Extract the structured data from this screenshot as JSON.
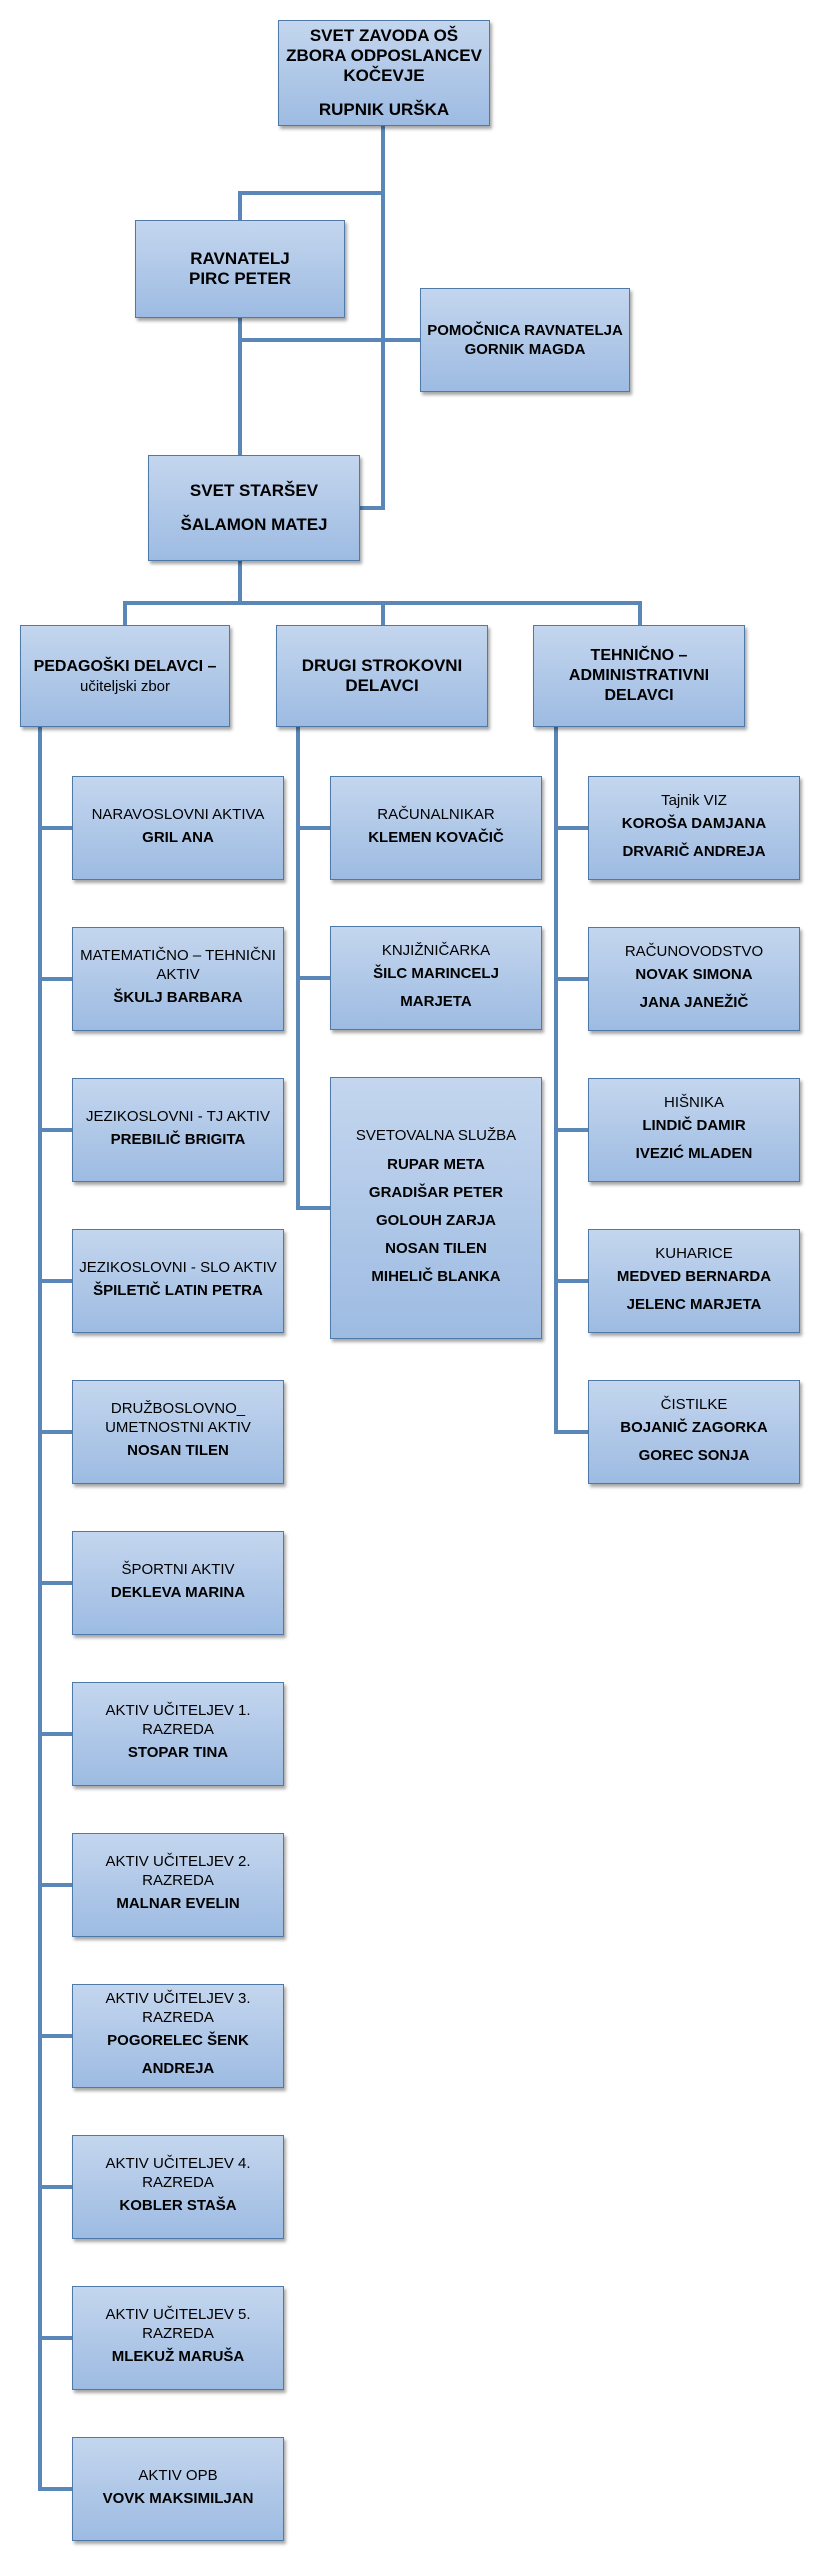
{
  "council": {
    "title": "SVET ZAVODA OŠ ZBORA ODPOSLANCEV KOČEVJE",
    "name": "RUPNIK URŠKA"
  },
  "director": {
    "title": "RAVNATELJ",
    "name": "PIRC PETER"
  },
  "assistant": {
    "title": "POMOČNICA RAVNATELJA",
    "name": "GORNIK MAGDA"
  },
  "parents": {
    "title": "SVET STARŠEV",
    "name": "ŠALAMON MATEJ"
  },
  "columns": [
    {
      "title": "PEDAGOŠKI DELAVCI –",
      "subtitle": "učiteljski zbor"
    },
    {
      "title": "DRUGI STROKOVNI DELAVCI"
    },
    {
      "title": "TEHNIČNO – ADMINISTRATIVNI DELAVCI"
    }
  ],
  "pedagogical": [
    {
      "label": "NARAVOSLOVNI AKTIVA",
      "names": [
        "GRIL ANA"
      ]
    },
    {
      "label": "MATEMATIČNO – TEHNIČNI AKTIV",
      "names": [
        "ŠKULJ BARBARA"
      ]
    },
    {
      "label": "JEZIKOSLOVNI - TJ AKTIV",
      "names": [
        "PREBILIČ BRIGITA"
      ]
    },
    {
      "label": "JEZIKOSLOVNI - SLO AKTIV",
      "names": [
        "ŠPILETIČ LATIN PETRA"
      ]
    },
    {
      "label": "DRUŽBOSLOVNO_ UMETNOSTNI AKTIV",
      "names": [
        "NOSAN TILEN"
      ]
    },
    {
      "label": "ŠPORTNI AKTIV",
      "names": [
        "DEKLEVA MARINA"
      ]
    },
    {
      "label": "AKTIV UČITELJEV 1. RAZREDA",
      "names": [
        "STOPAR TINA"
      ]
    },
    {
      "label": "AKTIV UČITELJEV 2. RAZREDA",
      "names": [
        "MALNAR EVELIN"
      ]
    },
    {
      "label": "AKTIV UČITELJEV 3. RAZREDA",
      "names": [
        "POGORELEC ŠENK ANDREJA"
      ]
    },
    {
      "label": "AKTIV UČITELJEV 4. RAZREDA",
      "names": [
        "KOBLER STAŠA"
      ]
    },
    {
      "label": "AKTIV UČITELJEV 5. RAZREDA",
      "names": [
        "MLEKUŽ MARUŠA"
      ]
    },
    {
      "label": "AKTIV OPB",
      "names": [
        "VOVK MAKSIMILJAN"
      ]
    }
  ],
  "other_staff": [
    {
      "label": "RAČUNALNIKAR",
      "names": [
        "KLEMEN KOVAČIČ"
      ]
    },
    {
      "label": "KNJIŽNIČARKA",
      "names": [
        "ŠILC MARINCELJ MARJETA"
      ]
    },
    {
      "label": "SVETOVALNA SLUŽBA",
      "names": [
        "RUPAR META",
        "GRADIŠAR PETER",
        "GOLOUH ZARJA",
        "NOSAN TILEN",
        "MIHELIČ BLANKA"
      ]
    }
  ],
  "technical": [
    {
      "label": "Tajnik VIZ",
      "names": [
        "KOROŠA DAMJANA",
        "DRVARIČ ANDREJA"
      ]
    },
    {
      "label": "RAČUNOVODSTVO",
      "names": [
        "NOVAK SIMONA",
        "JANA JANEŽIČ"
      ]
    },
    {
      "label": "HIŠNIKA",
      "names": [
        "LINDIČ DAMIR",
        "IVEZIĆ MLADEN"
      ]
    },
    {
      "label": "KUHARICE",
      "names": [
        "MEDVED BERNARDA",
        "JELENC MARJETA"
      ]
    },
    {
      "label": "ČISTILKE",
      "names": [
        "BOJANIČ ZAGORKA",
        "GOREC SONJA"
      ]
    }
  ],
  "colors": {
    "box_top": "#c4d6ee",
    "box_bottom": "#9dbbe2",
    "border": "#4f79a8",
    "connector": "#5b87b8"
  }
}
